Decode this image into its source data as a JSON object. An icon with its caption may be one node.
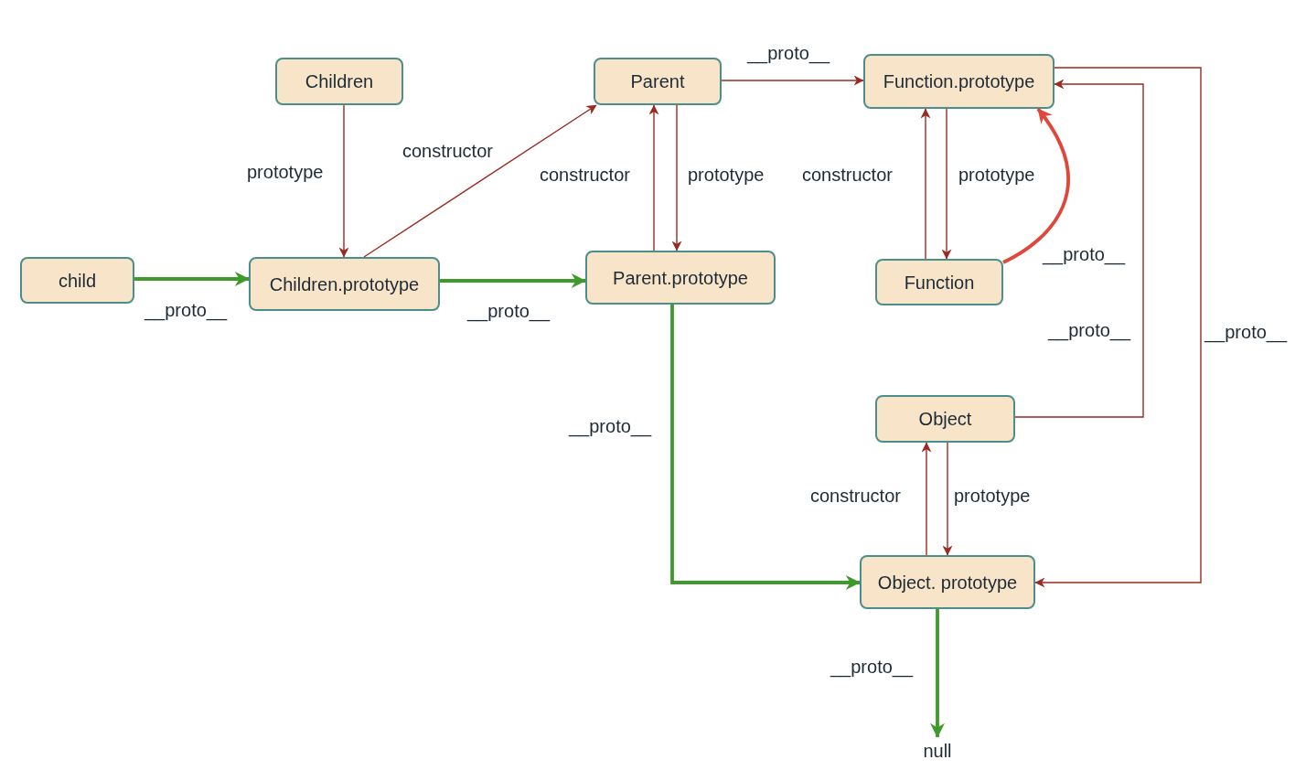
{
  "diagram": {
    "nodes": [
      {
        "text": [
          "Children"
        ]
      },
      {
        "text": [
          "Parent"
        ]
      },
      {
        "text": [
          "Function.prototype"
        ]
      },
      {
        "text": [
          "child"
        ]
      },
      {
        "text": [
          "Children.prototype"
        ]
      },
      {
        "text": [
          "Parent.prototype"
        ]
      },
      {
        "text": [
          "Function"
        ]
      },
      {
        "text": [
          "Object"
        ]
      },
      {
        "text": [
          "Object. prototype"
        ]
      },
      {
        "text": [
          "null"
        ]
      }
    ],
    "edges": [
      {
        "from": 0,
        "to": 4,
        "arrow": "to",
        "label": "prototype"
      },
      {
        "from": 4,
        "to": 1,
        "arrow": "to",
        "label": "constructor"
      },
      {
        "from": 1,
        "to": 2,
        "arrow": "to",
        "label": "__proto__"
      },
      {
        "from": 5,
        "to": 1,
        "arrow": "to",
        "label": "constructor"
      },
      {
        "from": 1,
        "to": 5,
        "arrow": "to",
        "label": "prototype"
      },
      {
        "from": 6,
        "to": 2,
        "arrow": "to",
        "label": "constructor"
      },
      {
        "from": 2,
        "to": 6,
        "arrow": "to",
        "label": "prototype"
      },
      {
        "from": 6,
        "to": 2,
        "arrow": "to",
        "label": "__proto__",
        "style": "thick",
        "color": "#e0463a"
      },
      {
        "from": 3,
        "to": 4,
        "arrow": "to",
        "label": "__proto__",
        "style": "thick",
        "color": "#3f9a2c"
      },
      {
        "from": 4,
        "to": 5,
        "arrow": "to",
        "label": "__proto__",
        "style": "thick",
        "color": "#3f9a2c"
      },
      {
        "from": 5,
        "to": 8,
        "arrow": "to",
        "label": "__proto__",
        "style": "thick",
        "color": "#3f9a2c"
      },
      {
        "from": 7,
        "to": 2,
        "arrow": "to",
        "label": "__proto__"
      },
      {
        "from": 2,
        "to": 8,
        "arrow": "to",
        "label": "__proto__"
      },
      {
        "from": 8,
        "to": 7,
        "arrow": "to",
        "label": "constructor"
      },
      {
        "from": 7,
        "to": 8,
        "arrow": "to",
        "label": "prototype"
      },
      {
        "from": 8,
        "to": 9,
        "arrow": "to",
        "label": "__proto__",
        "style": "thick",
        "color": "#3f9a2c"
      }
    ]
  }
}
